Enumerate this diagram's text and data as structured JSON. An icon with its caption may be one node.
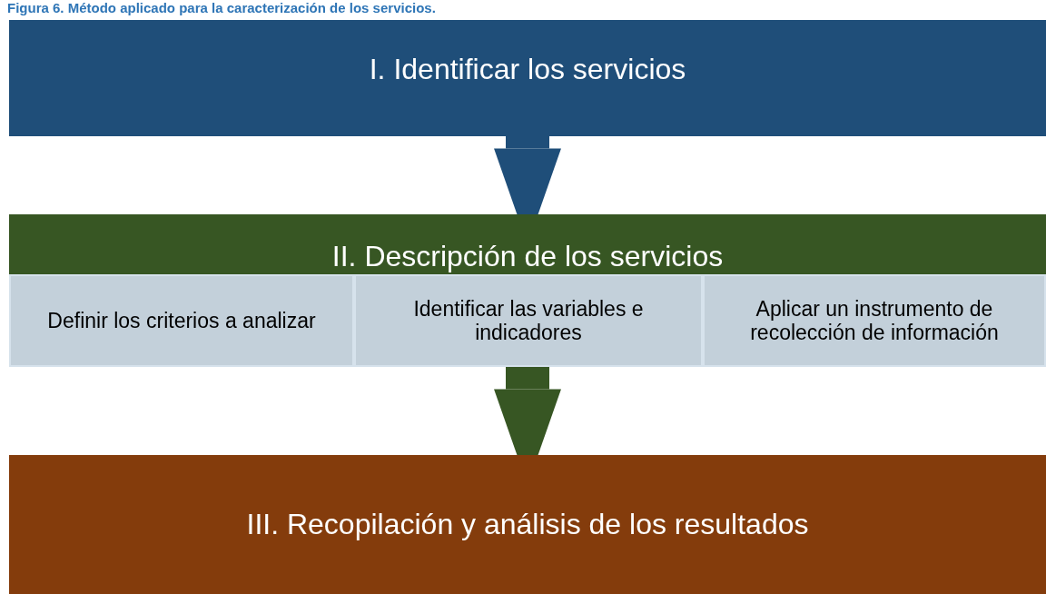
{
  "diagram": {
    "title": "Figura 6. Método aplicado para la caracterización de los servicios.",
    "nodes": [
      {
        "text": [
          "I. Identificar los servicios"
        ]
      },
      {
        "text": [
          "II. Descripción de los servicios"
        ]
      },
      {
        "text": [
          "Definir los criterios a analizar"
        ],
        "in": 1
      },
      {
        "text": [
          "Identificar las variables e indicadores"
        ],
        "in": 1
      },
      {
        "text": [
          "Aplicar un instrumento de recolección de información"
        ],
        "in": 1
      },
      {
        "text": [
          "III. Recopilación y análisis de los resultados"
        ]
      }
    ],
    "edges": [
      {
        "from": 0,
        "to": 1,
        "arrow": "to",
        "color": "#1f4e79"
      },
      {
        "from": 1,
        "to": 5,
        "arrow": "to",
        "color": "#375623"
      }
    ]
  }
}
